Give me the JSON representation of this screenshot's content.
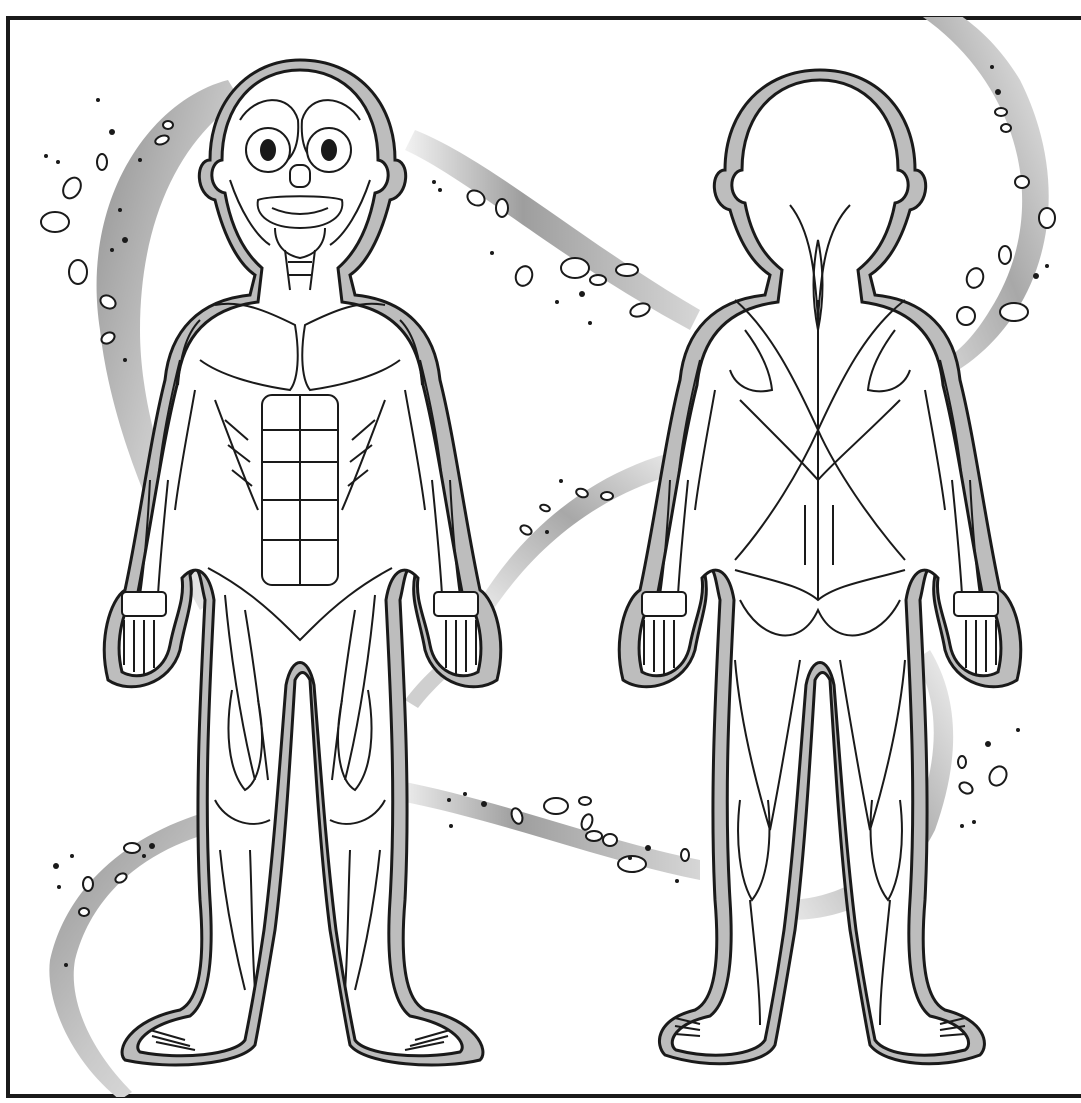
{
  "illustration": {
    "figures": [
      {
        "id": "front",
        "view": "front"
      },
      {
        "id": "back",
        "view": "back"
      }
    ],
    "colors": {
      "ink": "#1a1a1a",
      "paper": "#ffffff",
      "body_fill": "#ffffff",
      "halo": "#b9b9b9",
      "ribbon_dark": "#9a9a9a",
      "ribbon_light": "#e6e6e6"
    }
  }
}
